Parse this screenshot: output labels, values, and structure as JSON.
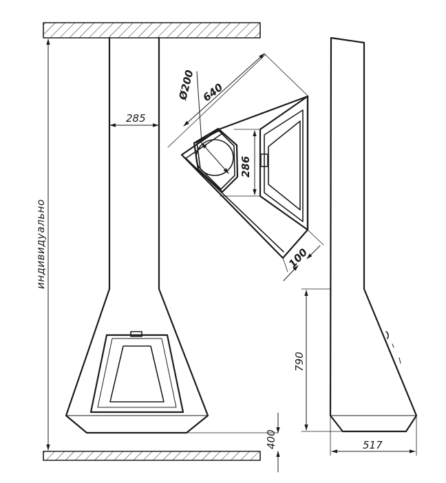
{
  "dimensions": {
    "chimney_width": "285",
    "diameter": "Ø200",
    "diagonal": "640",
    "depth": "286",
    "offset": "100",
    "height_label": "индивидуально",
    "hood_height": "790",
    "base_height": "400",
    "side_depth": "517"
  }
}
